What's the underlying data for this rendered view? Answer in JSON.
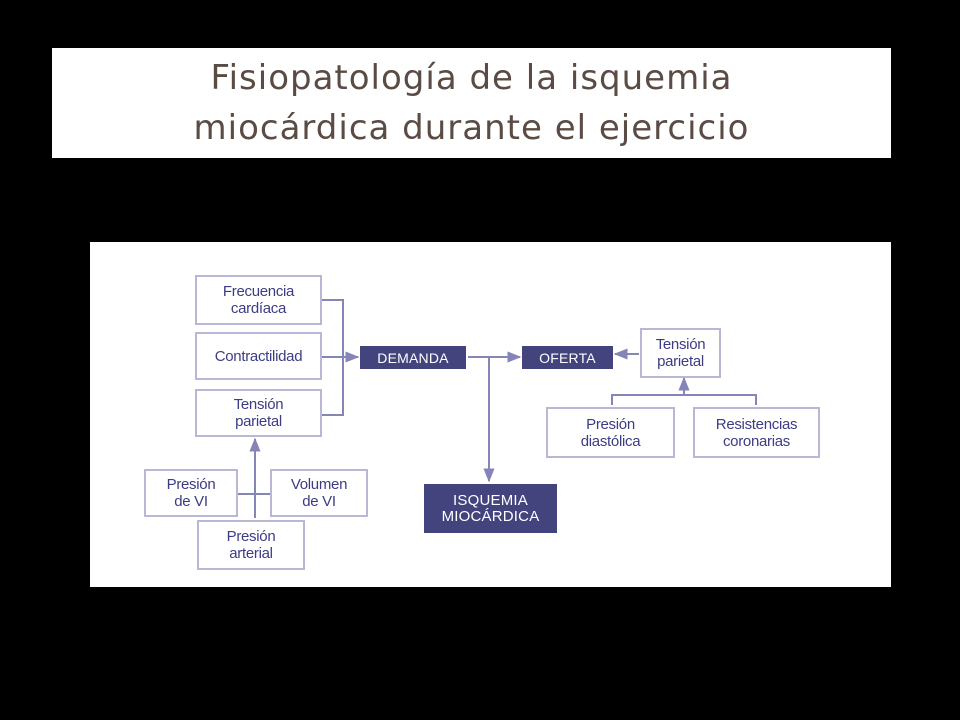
{
  "slide": {
    "title_line1": "Fisiopatología de la isquemia",
    "title_line2": "miocárdica durante el ejercicio"
  },
  "colors": {
    "background": "#000000",
    "title_text": "#5b4b45",
    "box_text": "#3c3c84",
    "box_border": "#b8b8d6",
    "highlight_box": "#43437e",
    "connector": "#8585b8"
  },
  "diagram": {
    "frecuencia_cardiaca": [
      "Frecuencia",
      "cardíaca"
    ],
    "contractilidad": [
      "Contractilidad"
    ],
    "tension_parietal_left": [
      "Tensión",
      "parietal"
    ],
    "presion_vi": [
      "Presión",
      "de VI"
    ],
    "volumen_vi": [
      "Volumen",
      "de VI"
    ],
    "presion_arterial": [
      "Presión",
      "arterial"
    ],
    "demanda": [
      "DEMANDA"
    ],
    "oferta": [
      "OFERTA"
    ],
    "isquemia_miocardica": [
      "ISQUEMIA",
      "MIOCÁRDICA"
    ],
    "tension_parietal_right": [
      "Tensión",
      "parietal"
    ],
    "presion_diastolica": [
      "Presión",
      "diastólica"
    ],
    "resistencias_coronarias": [
      "Resistencias",
      "coronarias"
    ]
  }
}
